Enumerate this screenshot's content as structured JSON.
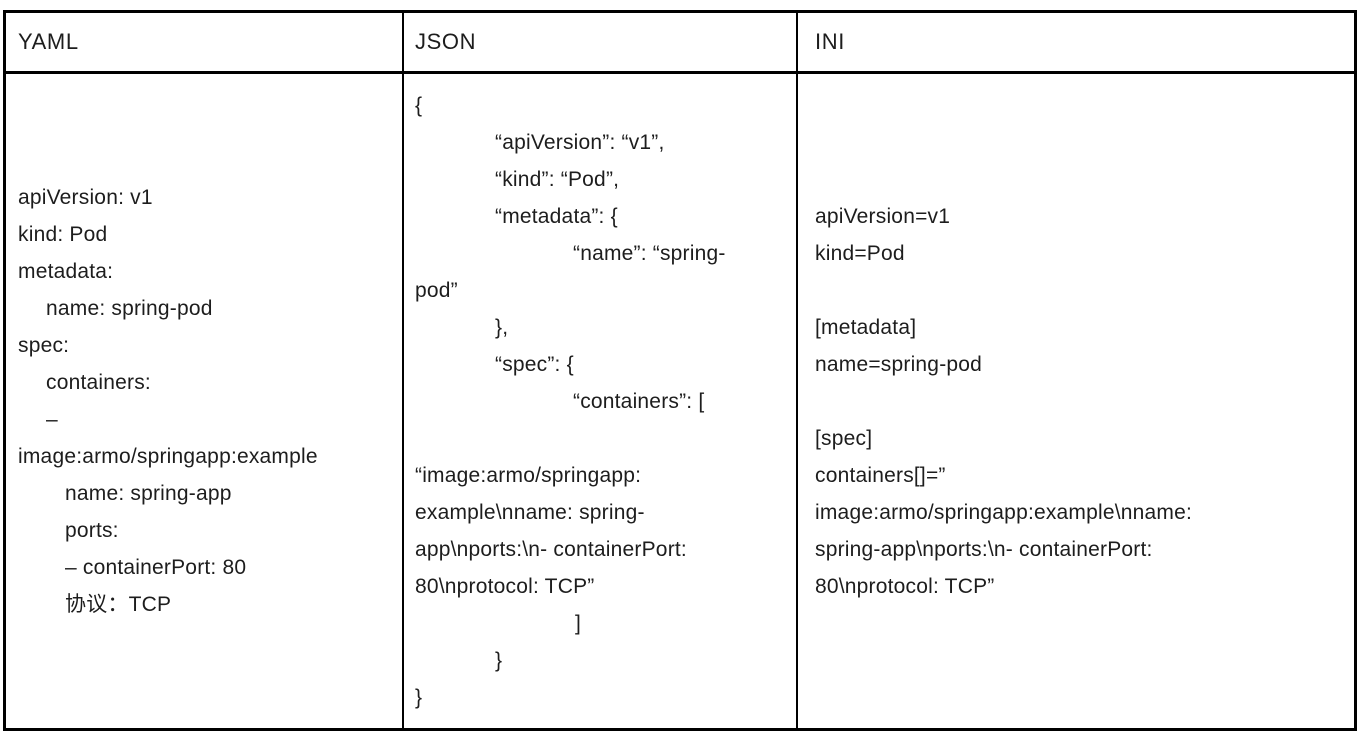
{
  "page": {
    "background": "#ffffff",
    "border_color": "#000000",
    "text_color": "#1d1d1d"
  },
  "table": {
    "columns": [
      {
        "id": "yaml",
        "header": "YAML",
        "lines": [
          {
            "text": "apiVersion: v1",
            "indent": 0
          },
          {
            "text": "kind: Pod",
            "indent": 0
          },
          {
            "text": "metadata:",
            "indent": 0
          },
          {
            "text": "name: spring-pod",
            "indent": 28
          },
          {
            "text": "spec:",
            "indent": 0
          },
          {
            "text": "containers:",
            "indent": 28
          },
          {
            "text": "–",
            "indent": 28
          },
          {
            "text": "image:armo/springapp:example",
            "indent": 0
          },
          {
            "text": "name: spring-app",
            "indent": 47
          },
          {
            "text": "ports:",
            "indent": 47
          },
          {
            "text": "– containerPort: 80",
            "indent": 47
          },
          {
            "text": "协议：TCP",
            "indent": 47
          }
        ]
      },
      {
        "id": "json",
        "header": "JSON",
        "lines": [
          {
            "text": "{",
            "indent": 0
          },
          {
            "text": "“apiVersion”: “v1”,",
            "indent": 80
          },
          {
            "text": "“kind”: “Pod”,",
            "indent": 80
          },
          {
            "text": "“metadata”: {",
            "indent": 80
          },
          {
            "text": "“name”: “spring-",
            "indent": 158
          },
          {
            "text": "pod”",
            "indent": 0
          },
          {
            "text": "},",
            "indent": 80
          },
          {
            "text": "“spec”: {",
            "indent": 80
          },
          {
            "text": "“containers”: [",
            "indent": 158
          },
          {
            "text": "",
            "indent": 0
          },
          {
            "text": "“image:armo/springapp:",
            "indent": 0
          },
          {
            "text": "example\\nname: spring-",
            "indent": 0
          },
          {
            "text": "app\\nports:\\n- containerPort:",
            "indent": 0
          },
          {
            "text": "80\\nprotocol: TCP”",
            "indent": 0
          },
          {
            "text": "]",
            "indent": 160
          },
          {
            "text": "}",
            "indent": 80
          },
          {
            "text": "}",
            "indent": 0
          }
        ]
      },
      {
        "id": "ini",
        "header": "INI",
        "lines": [
          {
            "text": "apiVersion=v1",
            "indent": 0
          },
          {
            "text": "kind=Pod",
            "indent": 0
          },
          {
            "text": "",
            "indent": 0
          },
          {
            "text": "[metadata]",
            "indent": 0
          },
          {
            "text": "name=spring-pod",
            "indent": 0
          },
          {
            "text": "",
            "indent": 0
          },
          {
            "text": "[spec]",
            "indent": 0
          },
          {
            "text": "containers[]=”",
            "indent": 0
          },
          {
            "text": "image:armo/springapp:example\\nname:",
            "indent": 0
          },
          {
            "text": "spring-app\\nports:\\n- containerPort:",
            "indent": 0
          },
          {
            "text": "80\\nprotocol: TCP”",
            "indent": 0
          }
        ]
      }
    ]
  }
}
